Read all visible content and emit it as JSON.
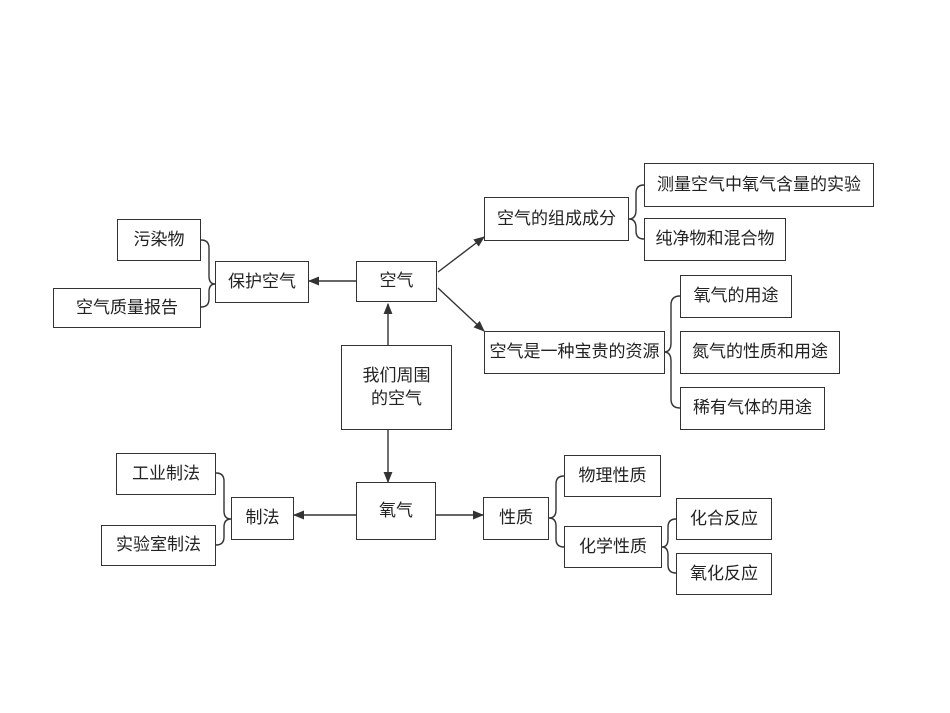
{
  "nodes": {
    "center": "我们周围的空气",
    "air": "空气",
    "air_composition": "空气的组成成分",
    "measure_oxygen": "测量空气中氧气含量的实验",
    "pure_mixture": "纯净物和混合物",
    "air_resource": "空气是一种宝贵的资源",
    "oxygen_uses": "氧气的用途",
    "nitrogen_props": "氮气的性质和用途",
    "noble_gas_uses": "稀有气体的用途",
    "protect_air": "保护空气",
    "pollutants": "污染物",
    "air_quality_report": "空气质量报告",
    "oxygen": "氧气",
    "preparation": "制法",
    "industrial_prep": "工业制法",
    "lab_prep": "实验室制法",
    "properties": "性质",
    "physical_props": "物理性质",
    "chemical_props": "化学性质",
    "combination_reaction": "化合反应",
    "oxidation_reaction": "氧化反应"
  }
}
